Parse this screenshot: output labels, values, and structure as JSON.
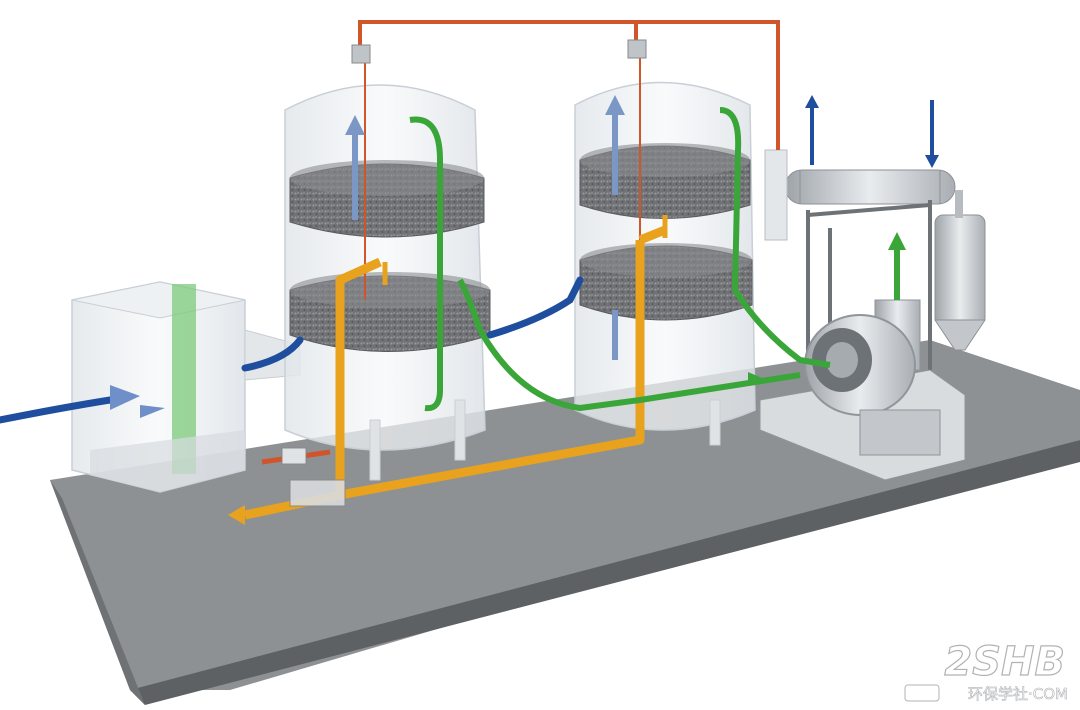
{
  "watermark": {
    "brand": "2SHB",
    "tagline": "环保学社·COM",
    "logo_icon": "seal-logo-icon"
  },
  "colors": {
    "background": "#ffffff",
    "base_top": "#8c8f92",
    "base_side": "#5f6265",
    "base_front": "#6e7174",
    "glass": "#e8ecef",
    "glass_stroke": "#c8cfd6",
    "carbon_bed": "#6d6f72",
    "waste_gas_pipe": "#1f4e9e",
    "clean_gas_arrow": "#7a97c6",
    "steam_pipe": "#e8a21d",
    "desorption_gas_pipe": "#3aa63a",
    "cooling_water_pipe": "#d0552b",
    "filter_panel": "#7cc97a",
    "fan_metal": "#c9ccd0"
  },
  "components": {
    "filter_box": "filter-box",
    "adsorber_left": "adsorber-tower-left",
    "adsorber_right": "adsorber-tower-right",
    "condenser": "condenser",
    "separator": "separator-tank",
    "fan": "centrifugal-fan"
  }
}
